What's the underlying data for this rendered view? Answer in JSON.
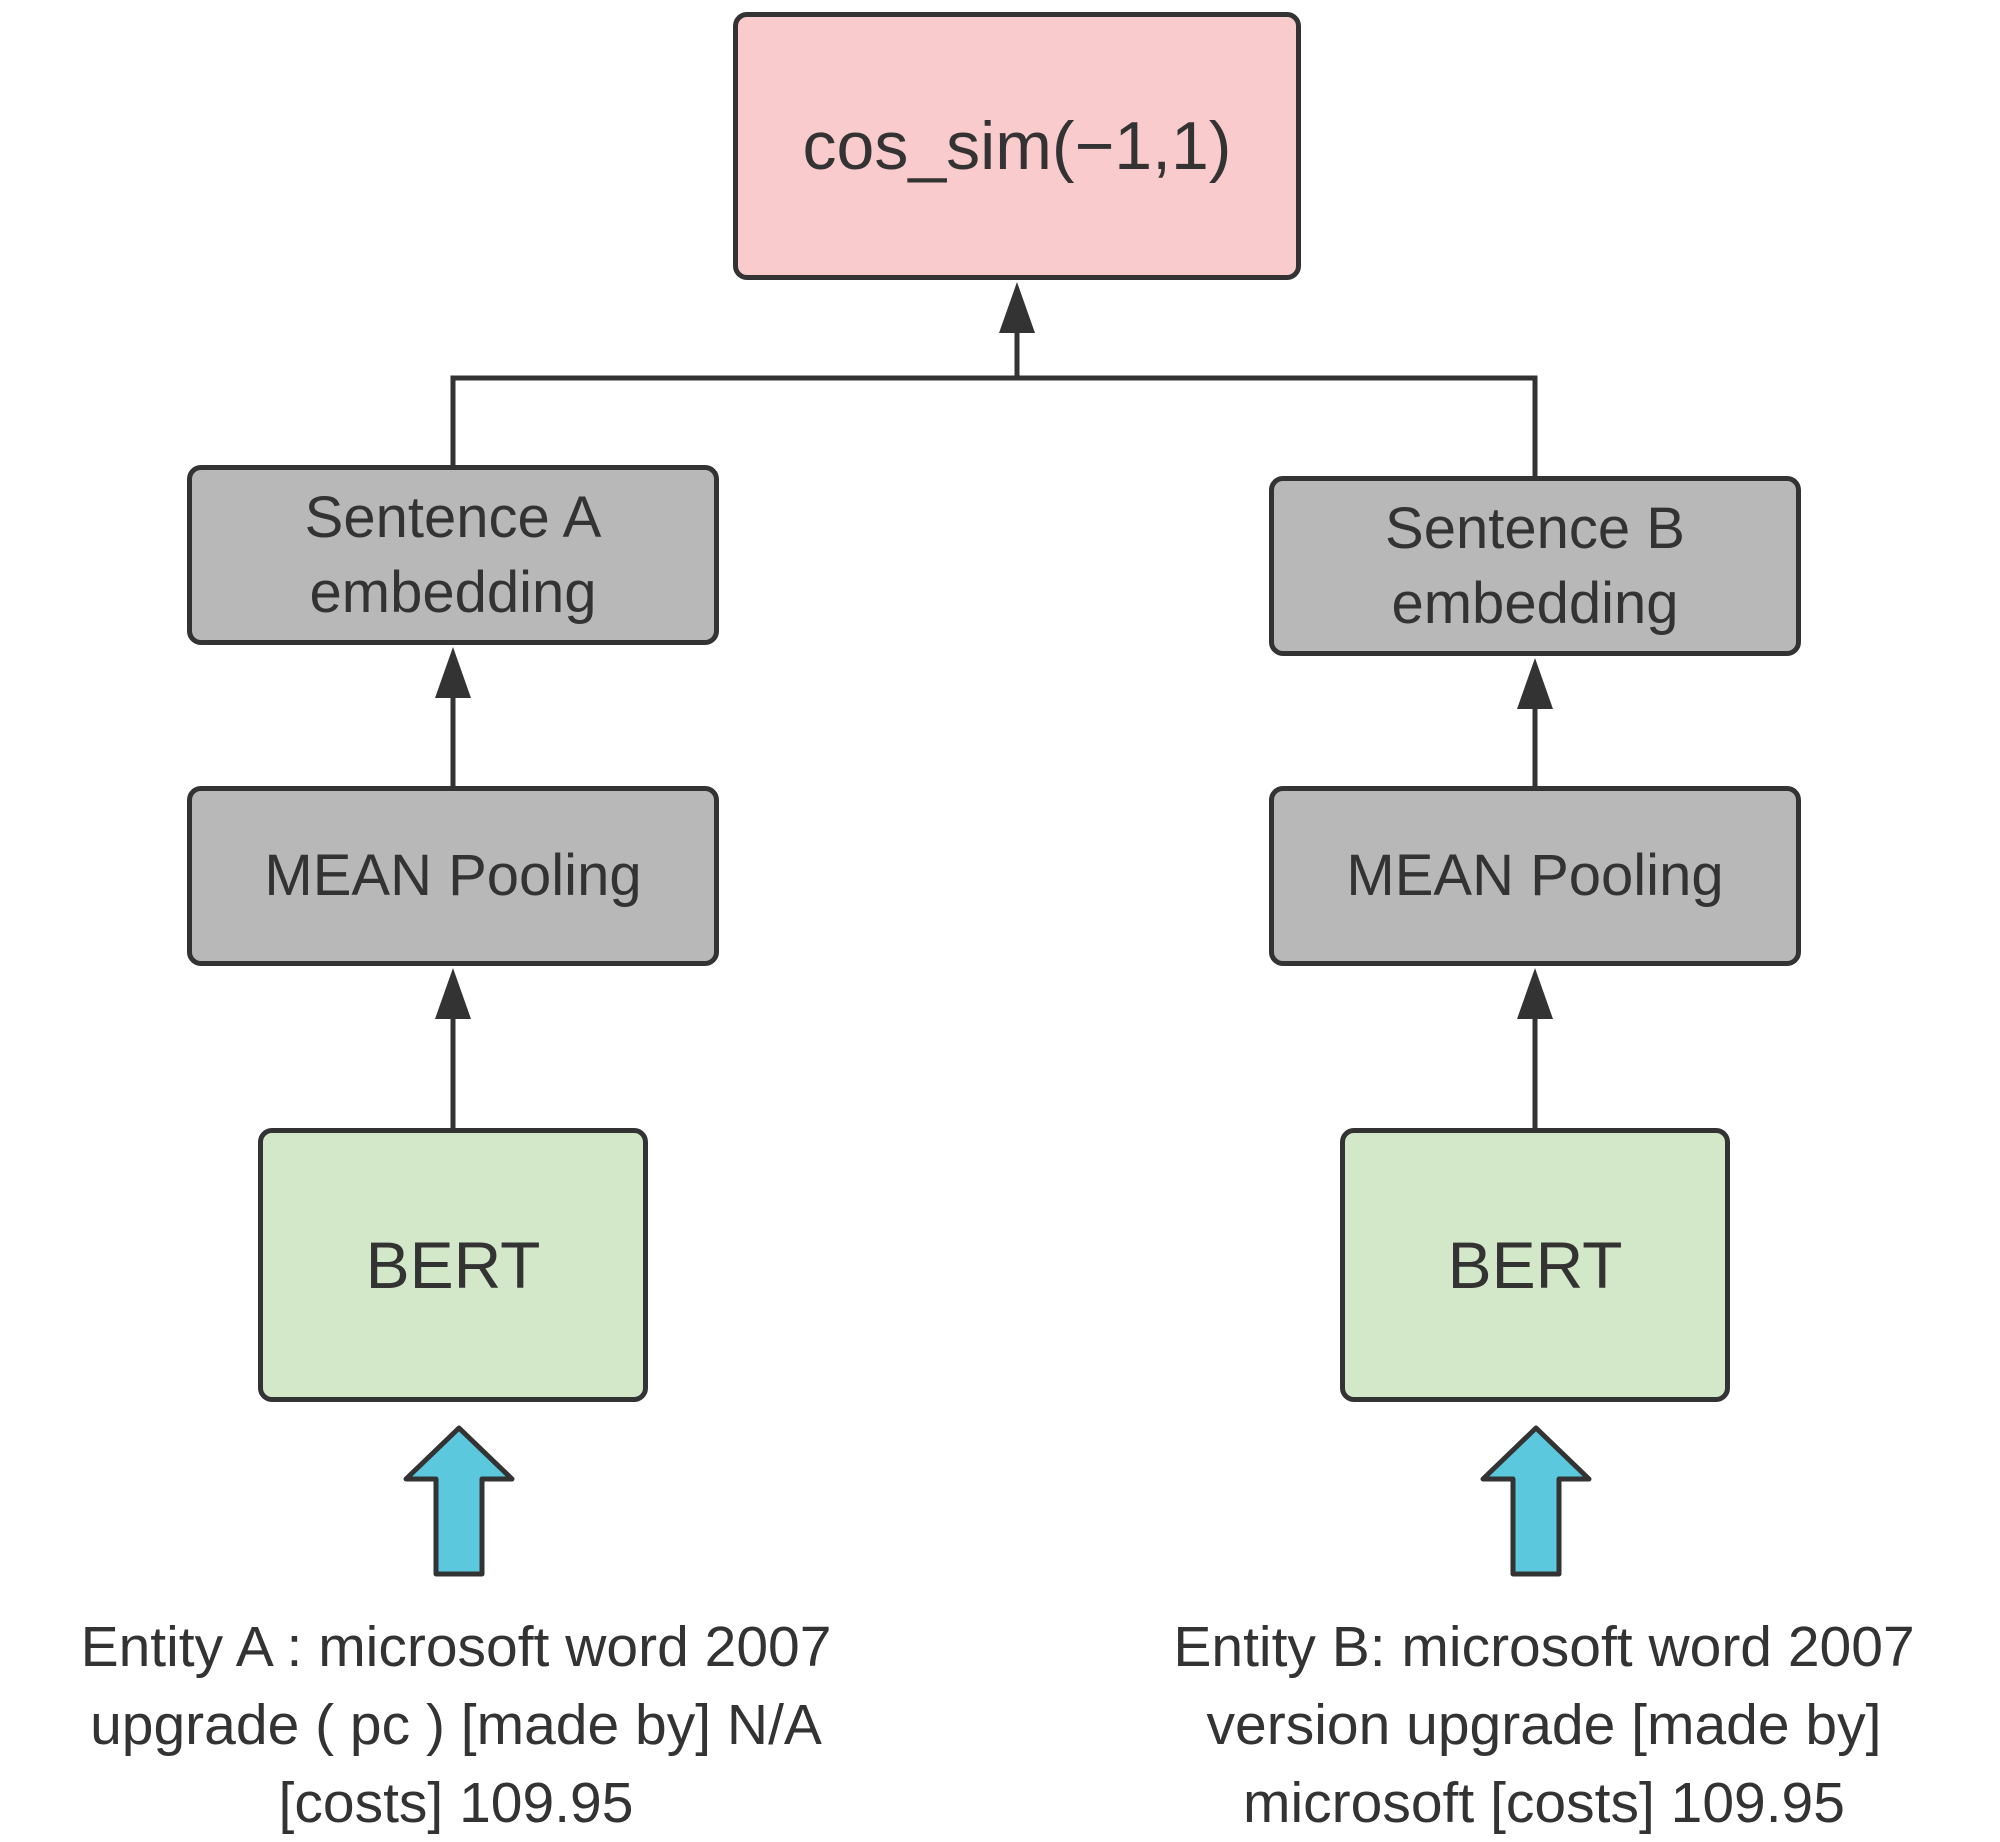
{
  "colors": {
    "result_fill": "#f9cbcc",
    "gray_fill": "#b8b8b8",
    "bert_fill": "#d3e8c9",
    "input_arrow_fill": "#5bc8dd",
    "stroke": "#333333"
  },
  "result": {
    "label": "cos_sim(−1,1)"
  },
  "branch_a": {
    "embedding_line1": "Sentence A",
    "embedding_line2": "embedding",
    "pooling_label": "MEAN Pooling",
    "model_label": "BERT",
    "entity_lines": [
      "Entity A : microsoft word 2007",
      "upgrade ( pc ) [made by] N/A",
      "[costs]  109.95"
    ]
  },
  "branch_b": {
    "embedding_line1": "Sentence B",
    "embedding_line2": "embedding",
    "pooling_label": "MEAN Pooling",
    "model_label": "BERT",
    "entity_lines": [
      "Entity B: microsoft word 2007",
      "version upgrade [made by]",
      "microsoft [costs] 109.95"
    ]
  }
}
